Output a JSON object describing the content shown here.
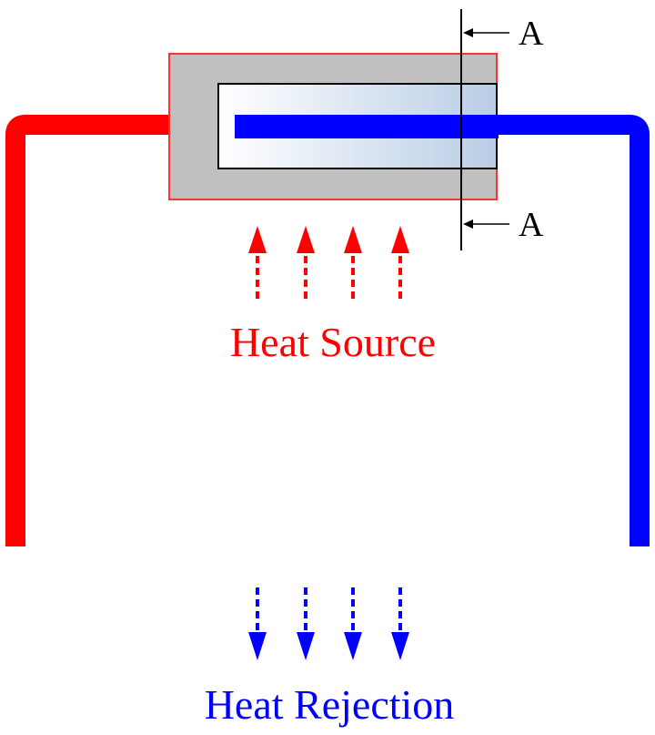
{
  "labels": {
    "section_top": "A",
    "section_bottom": "A",
    "heat_source": "Heat Source",
    "heat_rejection": "Heat Rejection"
  },
  "colors": {
    "hot": "#ff0000",
    "cold": "#0000ff",
    "housing": "#c0c0c0",
    "housing_border": "#ff3333",
    "outline": "#000000"
  }
}
